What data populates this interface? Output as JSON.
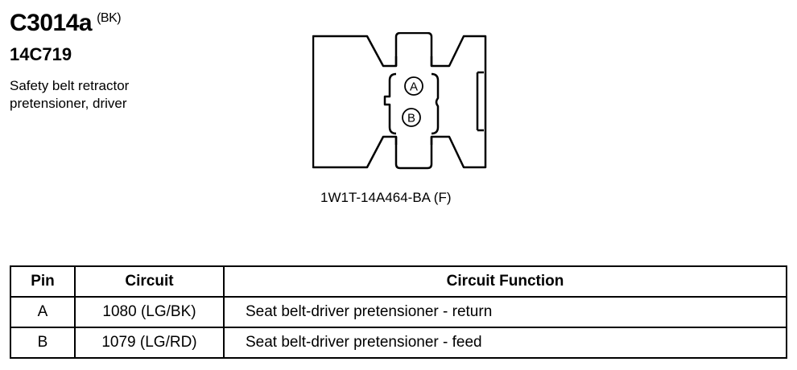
{
  "header": {
    "connector_id": "C3014a",
    "color_code": "(BK)",
    "part_number": "14C719",
    "description": "Safety belt retractor pretensioner, driver"
  },
  "diagram": {
    "pins": [
      "A",
      "B"
    ],
    "connector_code": "1W1T-14A464-BA (F)"
  },
  "table": {
    "headers": [
      "Pin",
      "Circuit",
      "Circuit Function"
    ],
    "rows": [
      {
        "pin": "A",
        "circuit": "1080 (LG/BK)",
        "function": "Seat belt-driver pretensioner - return"
      },
      {
        "pin": "B",
        "circuit": "1079 (LG/RD)",
        "function": "Seat belt-driver pretensioner - feed"
      }
    ]
  }
}
